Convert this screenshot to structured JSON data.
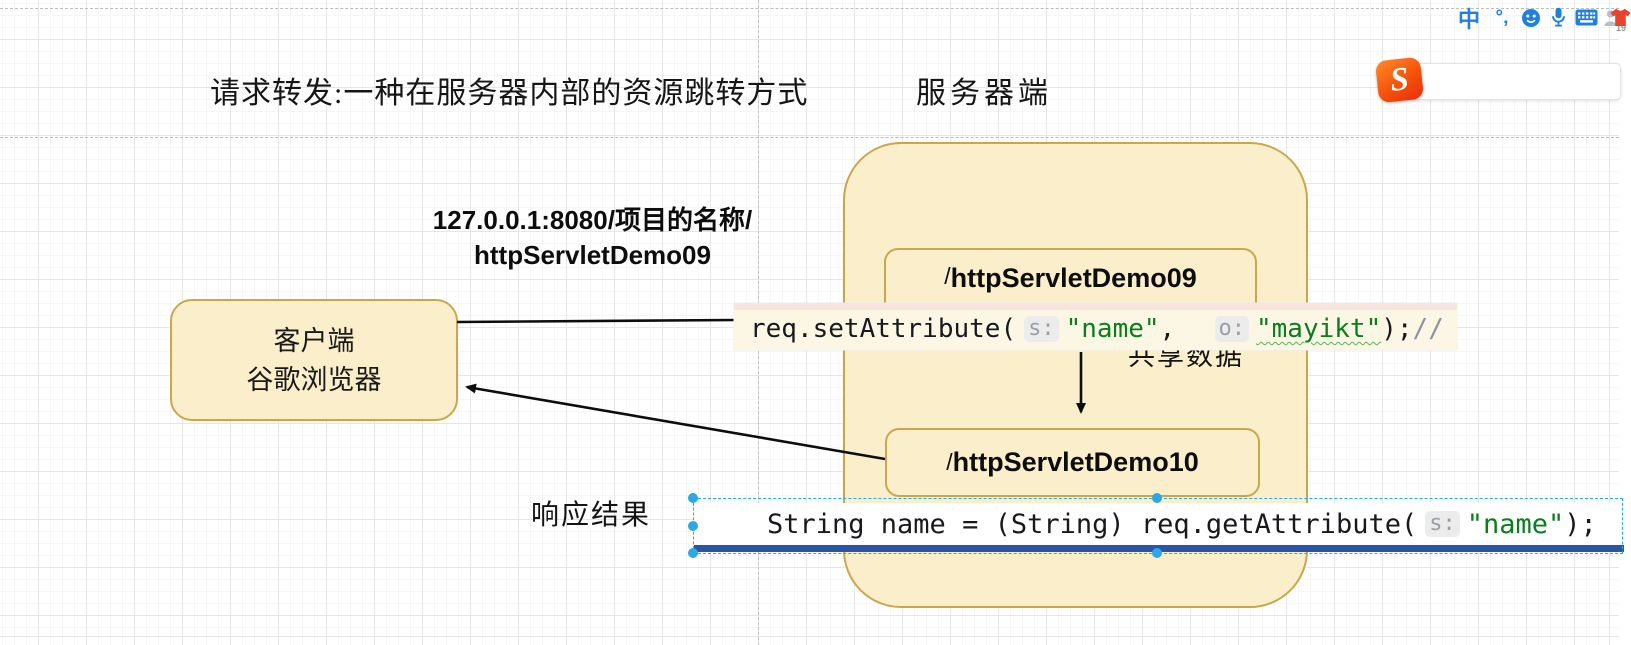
{
  "canvas": {
    "title": "请求转发:一种在服务器内部的资源跳转方式",
    "server_region_label": "服务器端",
    "request_url": {
      "line1": "127.0.0.1:8080/项目的名称/",
      "line2": "httpServletDemo09"
    },
    "client_box": {
      "line1": "客户端",
      "line2": "谷歌浏览器"
    },
    "servlet09_box": {
      "slash": "/",
      "name": "httpServletDemo09"
    },
    "servlet10_box": {
      "slash": "/",
      "name": "httpServletDemo10"
    },
    "shared_data_label": "共享数据",
    "response_label": "响应结果"
  },
  "code_snippets": {
    "set_attribute": {
      "call": "req.setAttribute(",
      "param_hint_s": "s:",
      "string_name": "\"name\"",
      "comma": ",  ",
      "param_hint_o": "o:",
      "string_mayikt": "\"mayikt\"",
      "close": ");",
      "comment": "//"
    },
    "get_attribute": {
      "statement": "String name = (String) req.getAttribute(",
      "param_hint_s": "s:",
      "string_name": "\"name\"",
      "close": ");"
    }
  },
  "ime_toolbar": {
    "logo": "S",
    "mode_chinese": "中",
    "punctuation": "°‚",
    "user_badge": "19"
  },
  "colors": {
    "shape_fill": "#fbeecb",
    "shape_border": "#c9a84b",
    "code_string_green": "#0a7d1d",
    "code_hint_gray": "#9aa0a6",
    "comment_gray": "#8a93a5",
    "selection_blue": "#2aa9e6",
    "snippet_bar_blue": "#2b56a8",
    "ime_icon_blue": "#2080e0",
    "sogou_orange": "#f4520b"
  }
}
